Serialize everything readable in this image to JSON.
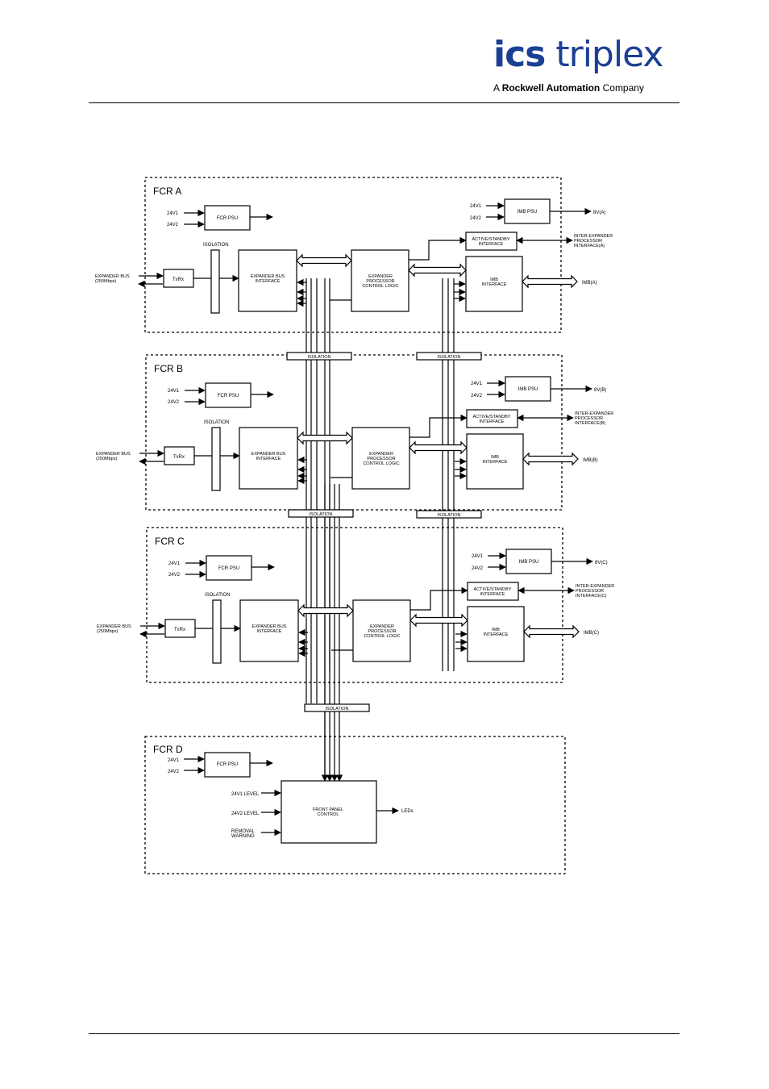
{
  "logo": {
    "brand_bold": "ics",
    "brand_light": "triplex",
    "sub_prefix": "A ",
    "sub_bold": "Rockwell Automation",
    "sub_suffix": " Company"
  },
  "labels": {
    "v1": "24V1",
    "v2": "24V2",
    "fcr_psu": "FCR PSU",
    "imb_psu": "IMB PSU",
    "isolation": "ISOLATION",
    "txrx": "TxRx",
    "expander_bus": [
      "EXPANDER BUS",
      "(250Mbps)"
    ],
    "expander_bus_interface": [
      "EXPANDER BUS",
      "INTERFACE"
    ],
    "epcl": [
      "EXPANDER",
      "PROCESSOR",
      "CONTROL LOGIC"
    ],
    "active_standby": [
      "ACTIVE/STANDBY",
      "INTERFACE"
    ],
    "imb_interface": [
      "IMB",
      "INTERFACE"
    ],
    "inter_expander": [
      "INTER-EXPANDER",
      "PROCESSOR"
    ],
    "v1_level": "24V1 LEVEL",
    "v2_level": "24V2 LEVEL",
    "removal": [
      "REMOVAL",
      "WARNING"
    ],
    "front_panel": [
      "FRONT PANEL",
      "CONTROL"
    ],
    "leds": "LEDs"
  },
  "fcrs": [
    {
      "title": "FCR A",
      "imb_out": "IMB(A)",
      "psu_out": "8V(A)",
      "inter_ref": "INTERFACE(A)"
    },
    {
      "title": "FCR B",
      "imb_out": "IMB(B)",
      "psu_out": "8V(B)",
      "inter_ref": "INTERFACE(B)"
    },
    {
      "title": "FCR C",
      "imb_out": "IMB(C)",
      "psu_out": "8V(C)",
      "inter_ref": "INTERFACE(C)"
    }
  ],
  "fcr_d": {
    "title": "FCR D"
  }
}
